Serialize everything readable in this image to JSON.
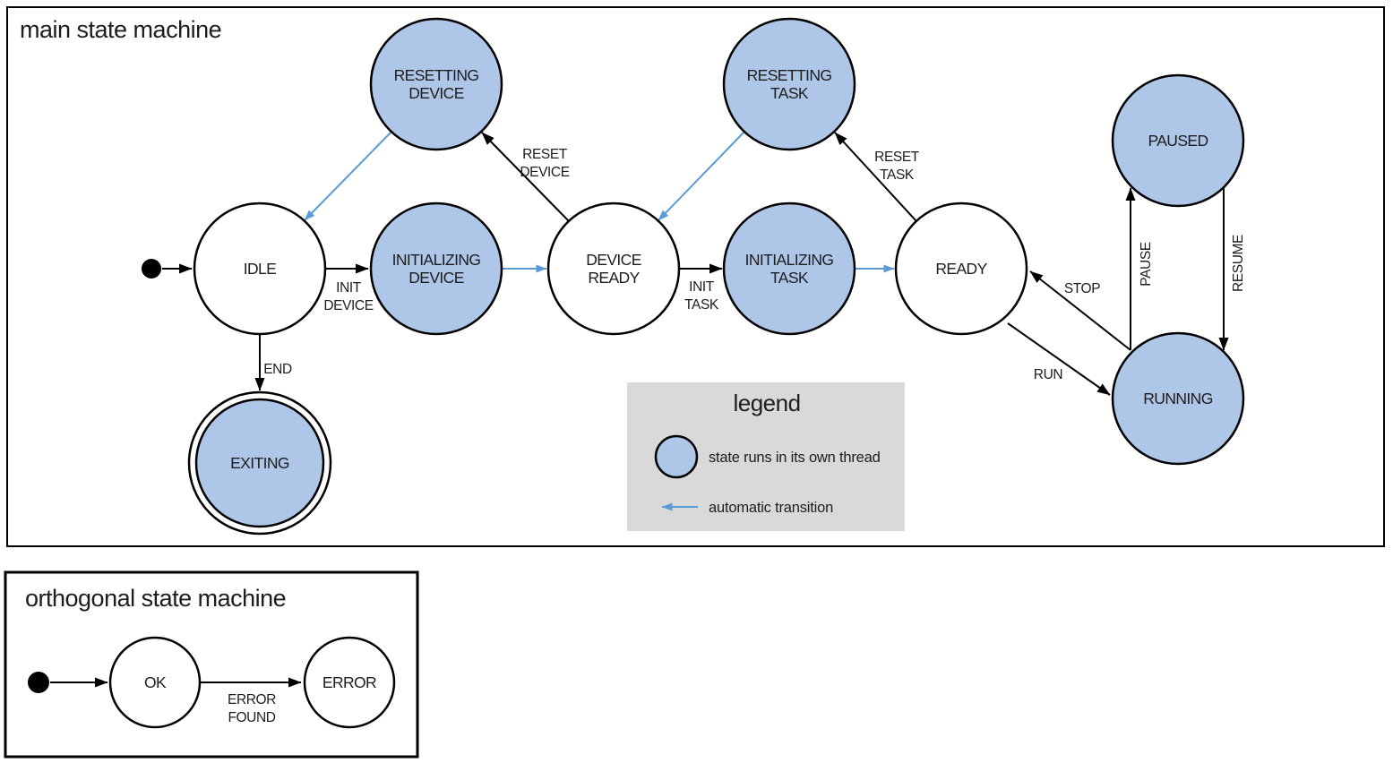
{
  "colors": {
    "state_fill": "#AEC6E8",
    "stroke": "#000000",
    "auto_arrow": "#5B9BD5",
    "legend_bg": "#D9D9D9",
    "text": "#1D1D1D",
    "plain_fill": "#FFFFFF"
  },
  "main": {
    "title": "main state machine",
    "initial_state": "IDLE",
    "states": {
      "idle": {
        "label": "IDLE",
        "threaded": false
      },
      "resetting_device": {
        "line1": "RESETTING",
        "line2": "DEVICE",
        "threaded": true
      },
      "initializing_device": {
        "line1": "INITIALIZING",
        "line2": "DEVICE",
        "threaded": true
      },
      "device_ready": {
        "line1": "DEVICE",
        "line2": "READY",
        "threaded": false
      },
      "resetting_task": {
        "line1": "RESETTING",
        "line2": "TASK",
        "threaded": true
      },
      "initializing_task": {
        "line1": "INITIALIZING",
        "line2": "TASK",
        "threaded": true
      },
      "ready": {
        "label": "READY",
        "threaded": false
      },
      "paused": {
        "label": "PAUSED",
        "threaded": true
      },
      "running": {
        "label": "RUNNING",
        "threaded": true
      },
      "exiting": {
        "label": "EXITING",
        "threaded": true,
        "final": true
      }
    },
    "transitions": {
      "init_device": {
        "line1": "INIT",
        "line2": "DEVICE",
        "from": "IDLE",
        "to": "INITIALIZING DEVICE",
        "automatic": false
      },
      "auto_to_device_ready": {
        "from": "INITIALIZING DEVICE",
        "to": "DEVICE READY",
        "automatic": true
      },
      "reset_device": {
        "line1": "RESET",
        "line2": "DEVICE",
        "from": "DEVICE READY",
        "to": "RESETTING DEVICE",
        "automatic": false
      },
      "auto_to_idle": {
        "from": "RESETTING DEVICE",
        "to": "IDLE",
        "automatic": true
      },
      "init_task": {
        "line1": "INIT",
        "line2": "TASK",
        "from": "DEVICE READY",
        "to": "INITIALIZING TASK",
        "automatic": false
      },
      "auto_to_ready": {
        "from": "INITIALIZING TASK",
        "to": "READY",
        "automatic": true
      },
      "reset_task": {
        "line1": "RESET",
        "line2": "TASK",
        "from": "READY",
        "to": "RESETTING TASK",
        "automatic": false
      },
      "auto_to_device_ready_2": {
        "from": "RESETTING TASK",
        "to": "DEVICE READY",
        "automatic": true
      },
      "run": {
        "label": "RUN",
        "from": "READY",
        "to": "RUNNING",
        "automatic": false
      },
      "stop": {
        "label": "STOP",
        "from": "RUNNING",
        "to": "READY",
        "automatic": false
      },
      "pause": {
        "label": "PAUSE",
        "from": "RUNNING",
        "to": "PAUSED",
        "automatic": false
      },
      "resume": {
        "label": "RESUME",
        "from": "PAUSED",
        "to": "RUNNING",
        "automatic": false
      },
      "end": {
        "label": "END",
        "from": "IDLE",
        "to": "EXITING",
        "automatic": false
      }
    }
  },
  "legend": {
    "title": "legend",
    "thread_item": "state runs in its own thread",
    "auto_item": "automatic transition"
  },
  "orthogonal": {
    "title": "orthogonal state machine",
    "initial_state": "OK",
    "states": {
      "ok": {
        "label": "OK",
        "threaded": false
      },
      "error": {
        "label": "ERROR",
        "threaded": false
      }
    },
    "transitions": {
      "error_found": {
        "line1": "ERROR",
        "line2": "FOUND",
        "from": "OK",
        "to": "ERROR",
        "automatic": false
      }
    }
  }
}
